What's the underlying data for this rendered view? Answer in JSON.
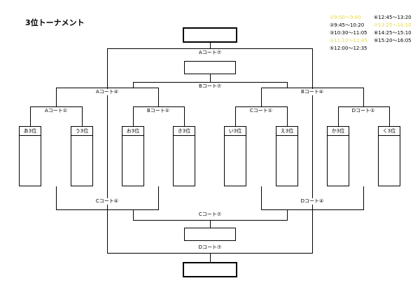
{
  "title": "3位トーナメント",
  "schedule": [
    {
      "text": "①9:00〜9:40",
      "highlight": true
    },
    {
      "text": "②9:45〜10:20",
      "highlight": false
    },
    {
      "text": "③10:30〜11:05",
      "highlight": false
    },
    {
      "text": "④11:10〜11:45",
      "highlight": true
    },
    {
      "text": "⑤12:00〜12:35",
      "highlight": false
    },
    {
      "text": "⑥12:45〜13:20",
      "highlight": false
    },
    {
      "text": "⑦13:25〜14:10",
      "highlight": true
    },
    {
      "text": "⑧14:25〜15:10",
      "highlight": false
    },
    {
      "text": "⑨15:20〜16:05",
      "highlight": false
    }
  ],
  "teams": [
    "あ3位",
    "う3位",
    "お3位",
    "き3位",
    "い3位",
    "え3位",
    "か3位",
    "く3位"
  ],
  "matches": {
    "top_final": "Aコート⑦",
    "top_semi": "Bコート⑦",
    "left_qf": "Aコート④",
    "right_qf": "Bコート④",
    "r1_1": "Aコート①",
    "r1_2": "Bコート①",
    "r1_3": "Cコート①",
    "r1_4": "Dコート①",
    "bottom_left": "Cコート④",
    "bottom_right": "Dコート④",
    "bottom_semi": "Cコート⑦",
    "bottom_final": "Dコート⑦"
  }
}
